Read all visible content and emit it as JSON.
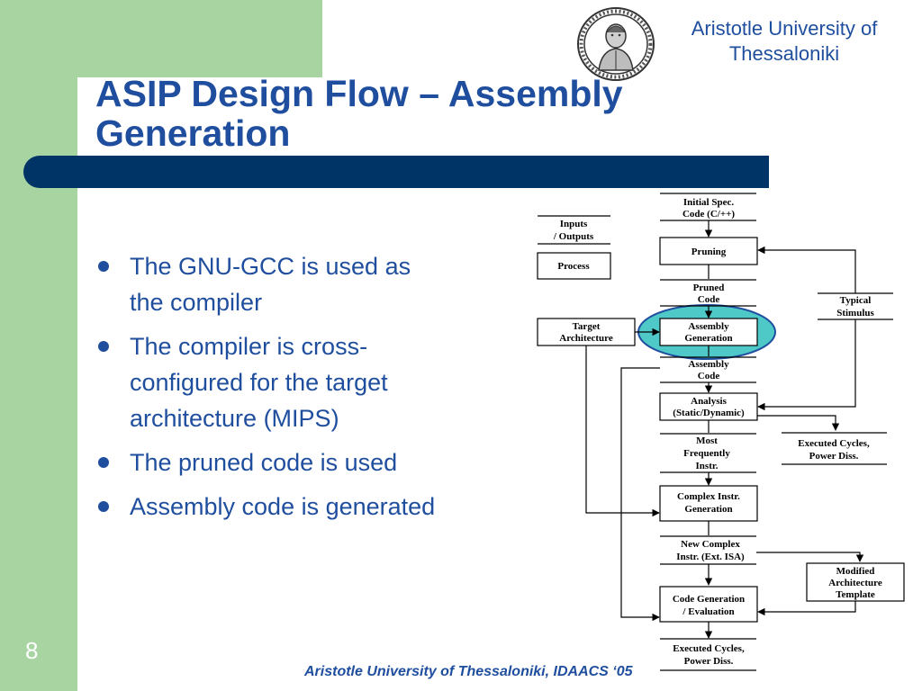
{
  "header": {
    "university": "Aristotle University of Thessaloniki",
    "university_line1": "Aristotle University of",
    "university_line2": "Thessaloniki",
    "title_line1": "ASIP Design Flow – Assembly",
    "title_line2": "Generation"
  },
  "seal": {
    "icon": "university-seal"
  },
  "bullets": [
    {
      "line1": "The GNU-GCC is used as",
      "line2": "the compiler"
    },
    {
      "line1": "The compiler is cross-",
      "line2": "configured for the target",
      "line3": "architecture (MIPS)"
    },
    {
      "line1": "The pruned code is used"
    },
    {
      "line1": "Assembly code is generated"
    }
  ],
  "footer": {
    "page_number": "8",
    "text": "Aristotle University of Thessaloniki, IDAACS ‘05"
  },
  "diagram": {
    "legend": {
      "io_line1": "Inputs",
      "io_line2": "/ Outputs",
      "process": "Process"
    },
    "nodes": {
      "initial_spec": {
        "line1": "Initial Spec.",
        "line2": "Code (C/++)"
      },
      "pruning": {
        "line1": "Pruning"
      },
      "pruned_code": {
        "line1": "Pruned",
        "line2": "Code"
      },
      "typical_stimulus": {
        "line1": "Typical",
        "line2": "Stimulus"
      },
      "target_architecture": {
        "line1": "Target",
        "line2": "Architecture"
      },
      "assembly_generation": {
        "line1": "Assembly",
        "line2": "Generation"
      },
      "assembly_code": {
        "line1": "Assembly",
        "line2": "Code"
      },
      "analysis": {
        "line1": "Analysis",
        "line2": "(Static/Dynamic)"
      },
      "most_frequent": {
        "line1": "Most",
        "line2": "Frequently",
        "line3": "Instr."
      },
      "executed_cycles_1": {
        "line1": "Executed Cycles,",
        "line2": "Power Diss."
      },
      "complex_instr_gen": {
        "line1": "Complex Instr.",
        "line2": "Generation"
      },
      "new_complex": {
        "line1": "New Complex",
        "line2": "Instr. (Ext. ISA)"
      },
      "modified_arch": {
        "line1": "Modified",
        "line2": "Architecture",
        "line3": "Template"
      },
      "code_generation": {
        "line1": "Code Generation",
        "line2": "/ Evaluation"
      },
      "executed_cycles_2": {
        "line1": "Executed Cycles,",
        "line2": "Power Diss."
      }
    },
    "highlight_color": "#4fc8c8",
    "outline_color": "#1f4e9e"
  },
  "colors": {
    "side_band": "#a8d4a2",
    "title_bar": "#003366",
    "text": "#1f4e9e"
  }
}
